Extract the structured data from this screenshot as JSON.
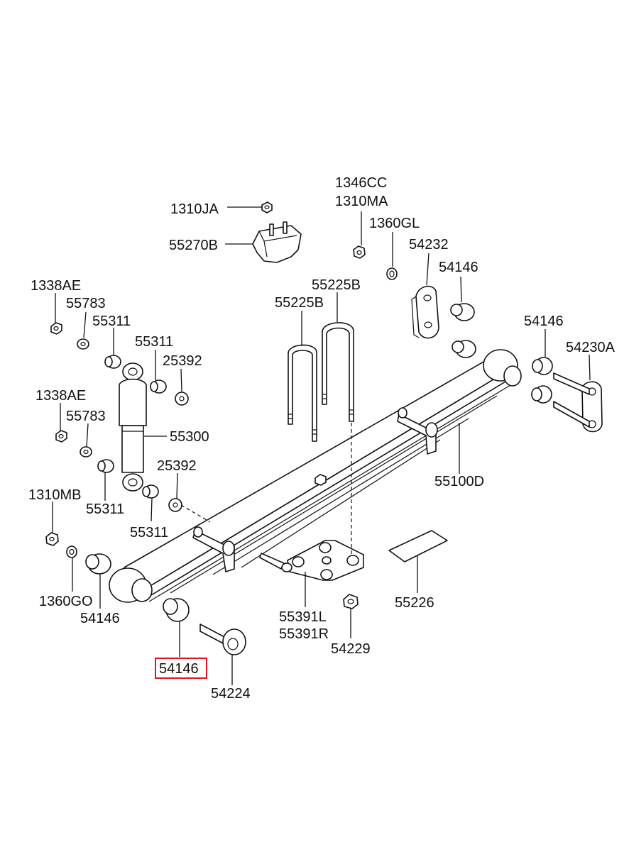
{
  "labels": {
    "l_1310JA": "1310JA",
    "l_55270B": "55270B",
    "l_1346CC": "1346CC",
    "l_1310MA": "1310MA",
    "l_1360GL": "1360GL",
    "l_54232": "54232",
    "l_54146_a": "54146",
    "l_54146_b": "54146",
    "l_54230A": "54230A",
    "l_1338AE_a": "1338AE",
    "l_55783_a": "55783",
    "l_55311_a": "55311",
    "l_55311_b": "55311",
    "l_25392_a": "25392",
    "l_55225B_a": "55225B",
    "l_55225B_b": "55225B",
    "l_1338AE_b": "1338AE",
    "l_55783_b": "55783",
    "l_55300": "55300",
    "l_25392_b": "25392",
    "l_55100D": "55100D",
    "l_1310MB": "1310MB",
    "l_55311_c": "55311",
    "l_55311_d": "55311",
    "l_1360GO": "1360GO",
    "l_54146_c": "54146",
    "l_55391L": "55391L",
    "l_55391R": "55391R",
    "l_55226": "55226",
    "l_54229": "54229",
    "l_54146_highlight": "54146",
    "l_54224": "54224"
  },
  "highlight_color": "#e0161b"
}
